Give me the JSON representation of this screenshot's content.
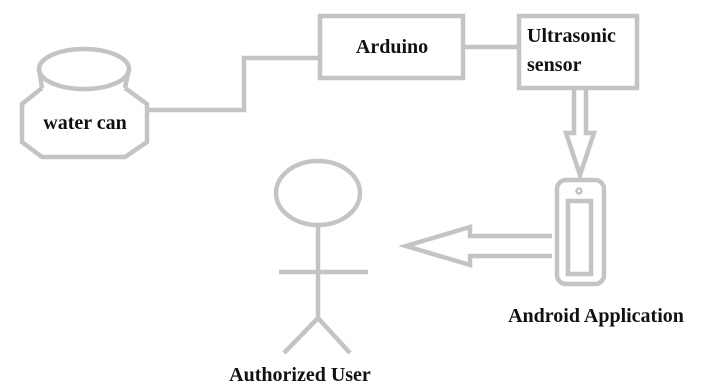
{
  "diagram": {
    "nodes": {
      "water_can": {
        "label": "water can"
      },
      "arduino": {
        "label": "Arduino"
      },
      "ultrasonic_sensor": {
        "label_line1": "Ultrasonic",
        "label_line2": "sensor"
      },
      "android_app": {
        "label": "Android Application"
      },
      "user": {
        "label": "Authorized User"
      }
    },
    "connections": [
      {
        "from": "water can",
        "to": "Arduino",
        "type": "line"
      },
      {
        "from": "Arduino",
        "to": "Ultrasonic sensor",
        "type": "line"
      },
      {
        "from": "Ultrasonic sensor",
        "to": "Android Application",
        "type": "arrow"
      },
      {
        "from": "Android Application",
        "to": "Authorized User",
        "type": "arrow"
      }
    ],
    "colors": {
      "stroke": "#c4c4c4",
      "text": "#111111",
      "background": "#ffffff"
    }
  }
}
